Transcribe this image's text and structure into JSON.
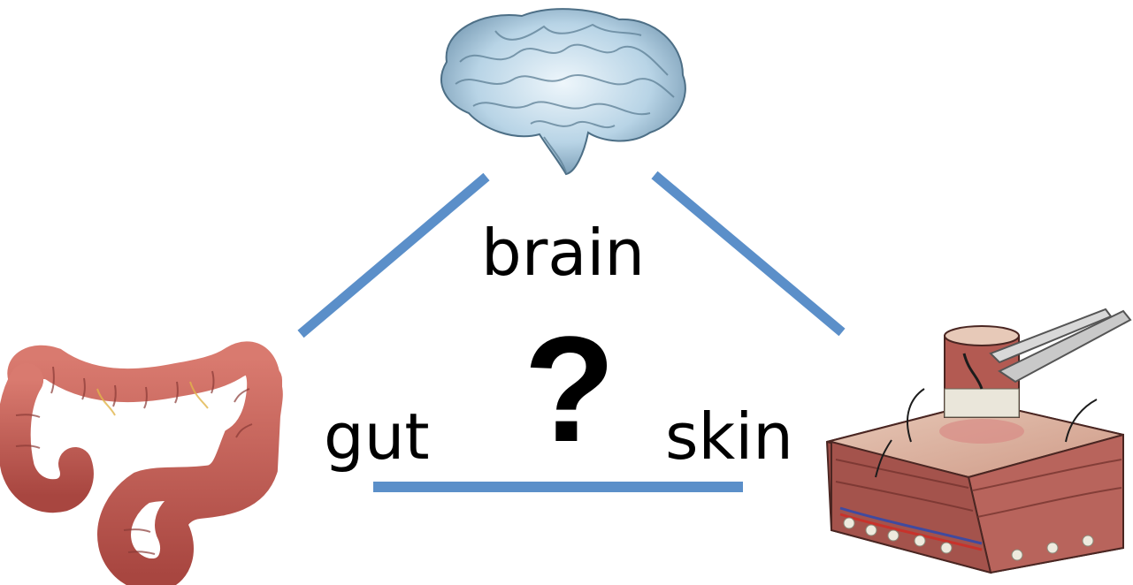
{
  "labels": {
    "brain": "brain",
    "gut": "gut",
    "skin": "skin",
    "question": "?"
  },
  "colors": {
    "connector": "#5b8fc9",
    "brain_tint": "#9fc3da",
    "gut": "#c85a55",
    "skin": "#a8524c"
  },
  "icons": {
    "brain": "brain-illustration",
    "gut": "colon-illustration",
    "skin": "skin-biopsy-illustration"
  }
}
